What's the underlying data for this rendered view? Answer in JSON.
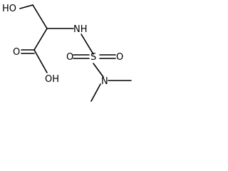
{
  "molecule": {
    "atom_labels": {
      "hydroxyl": "HO",
      "amine": "NH",
      "sulfur": "S",
      "sulfonyl_oxygen_left": "O",
      "sulfonyl_oxygen_right": "O",
      "carbonyl_oxygen": "O",
      "acid_hydroxyl": "OH",
      "dimethyl_nitrogen": "N"
    }
  }
}
